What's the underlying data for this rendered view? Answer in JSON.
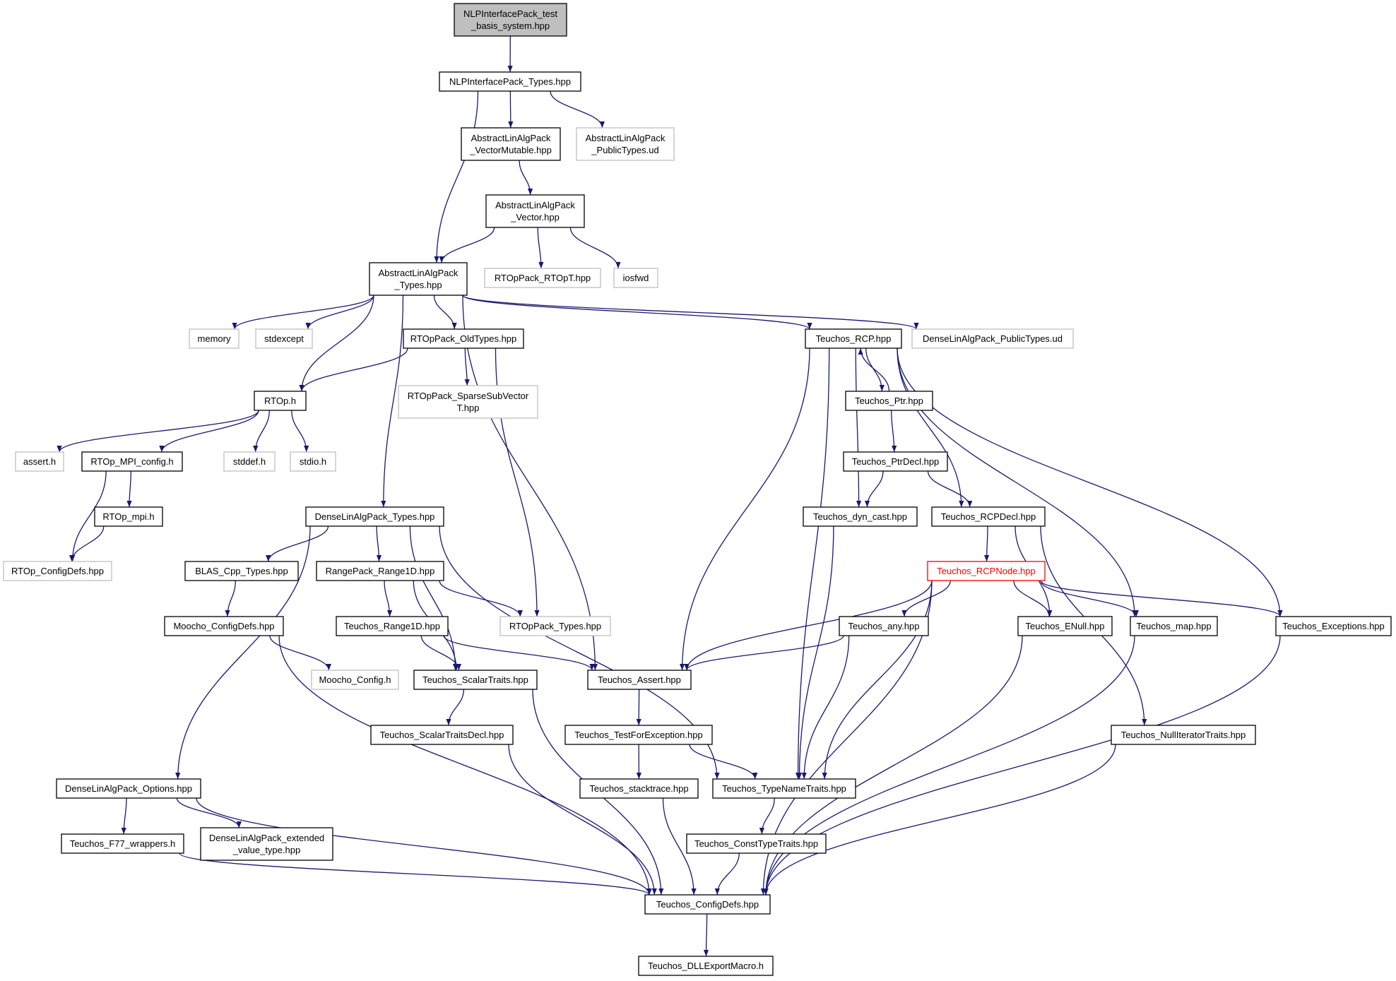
{
  "colors": {
    "edge": "#191970",
    "node_border": "#000000",
    "external_border": "#bfbfbf",
    "root_fill": "#bfbfbf",
    "highlight_border": "#ff0000",
    "highlight_text": "#ff0000",
    "text": "#000000",
    "background": "#ffffff"
  },
  "nodes": [
    {
      "id": "root",
      "lines": [
        "NLPInterfacePack_test",
        "_basis_system.hpp"
      ],
      "kind": "root"
    },
    {
      "id": "nlp_types",
      "lines": [
        "NLPInterfacePack_Types.hpp"
      ],
      "kind": "normal"
    },
    {
      "id": "alap_vecmut",
      "lines": [
        "AbstractLinAlgPack",
        "_VectorMutable.hpp"
      ],
      "kind": "normal"
    },
    {
      "id": "alap_pubtypes_ud",
      "lines": [
        "AbstractLinAlgPack",
        "_PublicTypes.ud"
      ],
      "kind": "external"
    },
    {
      "id": "alap_vector",
      "lines": [
        "AbstractLinAlgPack",
        "_Vector.hpp"
      ],
      "kind": "normal"
    },
    {
      "id": "alap_types",
      "lines": [
        "AbstractLinAlgPack",
        "_Types.hpp"
      ],
      "kind": "normal"
    },
    {
      "id": "rtoppack_rtopt",
      "lines": [
        "RTOpPack_RTOpT.hpp"
      ],
      "kind": "external"
    },
    {
      "id": "iosfwd",
      "lines": [
        "iosfwd"
      ],
      "kind": "external"
    },
    {
      "id": "memory",
      "lines": [
        "memory"
      ],
      "kind": "external"
    },
    {
      "id": "stdexcept",
      "lines": [
        "stdexcept"
      ],
      "kind": "external"
    },
    {
      "id": "rtoppack_oldtypes",
      "lines": [
        "RTOpPack_OldTypes.hpp"
      ],
      "kind": "normal"
    },
    {
      "id": "teuchos_rcp",
      "lines": [
        "Teuchos_RCP.hpp"
      ],
      "kind": "normal"
    },
    {
      "id": "dlap_pubtypes_ud",
      "lines": [
        "DenseLinAlgPack_PublicTypes.ud"
      ],
      "kind": "external"
    },
    {
      "id": "rtop_h",
      "lines": [
        "RTOp.h"
      ],
      "kind": "normal"
    },
    {
      "id": "rtoppack_sparse",
      "lines": [
        "RTOpPack_SparseSubVector",
        "T.hpp"
      ],
      "kind": "external"
    },
    {
      "id": "teuchos_ptr",
      "lines": [
        "Teuchos_Ptr.hpp"
      ],
      "kind": "normal"
    },
    {
      "id": "assert_h",
      "lines": [
        "assert.h"
      ],
      "kind": "external"
    },
    {
      "id": "rtop_mpi_config",
      "lines": [
        "RTOp_MPI_config.h"
      ],
      "kind": "normal"
    },
    {
      "id": "stddef_h",
      "lines": [
        "stddef.h"
      ],
      "kind": "external"
    },
    {
      "id": "stdio_h",
      "lines": [
        "stdio.h"
      ],
      "kind": "external"
    },
    {
      "id": "teuchos_ptrdecl",
      "lines": [
        "Teuchos_PtrDecl.hpp"
      ],
      "kind": "normal"
    },
    {
      "id": "rtop_mpi_h",
      "lines": [
        "RTOp_mpi.h"
      ],
      "kind": "normal"
    },
    {
      "id": "dlap_types",
      "lines": [
        "DenseLinAlgPack_Types.hpp"
      ],
      "kind": "normal"
    },
    {
      "id": "teuchos_dyncast",
      "lines": [
        "Teuchos_dyn_cast.hpp"
      ],
      "kind": "normal"
    },
    {
      "id": "teuchos_rcpdecl",
      "lines": [
        "Teuchos_RCPDecl.hpp"
      ],
      "kind": "normal"
    },
    {
      "id": "rtop_configdefs",
      "lines": [
        "RTOp_ConfigDefs.hpp"
      ],
      "kind": "external"
    },
    {
      "id": "blas_cpp_types",
      "lines": [
        "BLAS_Cpp_Types.hpp"
      ],
      "kind": "normal"
    },
    {
      "id": "rangepack_range1d",
      "lines": [
        "RangePack_Range1D.hpp"
      ],
      "kind": "normal"
    },
    {
      "id": "teuchos_rcpnode",
      "lines": [
        "Teuchos_RCPNode.hpp"
      ],
      "kind": "highlight"
    },
    {
      "id": "moocho_configdefs",
      "lines": [
        "Moocho_ConfigDefs.hpp"
      ],
      "kind": "normal"
    },
    {
      "id": "teuchos_range1d",
      "lines": [
        "Teuchos_Range1D.hpp"
      ],
      "kind": "normal"
    },
    {
      "id": "rtoppack_types",
      "lines": [
        "RTOpPack_Types.hpp"
      ],
      "kind": "external"
    },
    {
      "id": "teuchos_any",
      "lines": [
        "Teuchos_any.hpp"
      ],
      "kind": "normal"
    },
    {
      "id": "teuchos_enull",
      "lines": [
        "Teuchos_ENull.hpp"
      ],
      "kind": "normal"
    },
    {
      "id": "teuchos_map",
      "lines": [
        "Teuchos_map.hpp"
      ],
      "kind": "normal"
    },
    {
      "id": "teuchos_exceptions",
      "lines": [
        "Teuchos_Exceptions.hpp"
      ],
      "kind": "normal"
    },
    {
      "id": "moocho_config",
      "lines": [
        "Moocho_Config.h"
      ],
      "kind": "external"
    },
    {
      "id": "teuchos_scalartraits",
      "lines": [
        "Teuchos_ScalarTraits.hpp"
      ],
      "kind": "normal"
    },
    {
      "id": "teuchos_assert",
      "lines": [
        "Teuchos_Assert.hpp"
      ],
      "kind": "normal"
    },
    {
      "id": "teuchos_scalartraitsdecl",
      "lines": [
        "Teuchos_ScalarTraitsDecl.hpp"
      ],
      "kind": "normal"
    },
    {
      "id": "teuchos_testforexception",
      "lines": [
        "Teuchos_TestForException.hpp"
      ],
      "kind": "normal"
    },
    {
      "id": "teuchos_nulliteratortraits",
      "lines": [
        "Teuchos_NullIteratorTraits.hpp"
      ],
      "kind": "normal"
    },
    {
      "id": "dlap_options",
      "lines": [
        "DenseLinAlgPack_Options.hpp"
      ],
      "kind": "normal"
    },
    {
      "id": "teuchos_stacktrace",
      "lines": [
        "Teuchos_stacktrace.hpp"
      ],
      "kind": "normal"
    },
    {
      "id": "teuchos_typenametraits",
      "lines": [
        "Teuchos_TypeNameTraits.hpp"
      ],
      "kind": "normal"
    },
    {
      "id": "teuchos_f77_wrappers",
      "lines": [
        "Teuchos_F77_wrappers.h"
      ],
      "kind": "normal"
    },
    {
      "id": "dlap_extended",
      "lines": [
        "DenseLinAlgPack_extended",
        "_value_type.hpp"
      ],
      "kind": "normal"
    },
    {
      "id": "teuchos_consttypetraits",
      "lines": [
        "Teuchos_ConstTypeTraits.hpp"
      ],
      "kind": "normal"
    },
    {
      "id": "teuchos_configdefs",
      "lines": [
        "Teuchos_ConfigDefs.hpp"
      ],
      "kind": "normal"
    },
    {
      "id": "teuchos_dllexportmacro",
      "lines": [
        "Teuchos_DLLExportMacro.h"
      ],
      "kind": "normal"
    }
  ],
  "edges": [
    [
      "root",
      "nlp_types"
    ],
    [
      "nlp_types",
      "alap_types"
    ],
    [
      "nlp_types",
      "alap_vecmut"
    ],
    [
      "nlp_types",
      "alap_pubtypes_ud"
    ],
    [
      "alap_vecmut",
      "alap_vector"
    ],
    [
      "alap_vector",
      "alap_types"
    ],
    [
      "alap_vector",
      "rtoppack_rtopt"
    ],
    [
      "alap_vector",
      "iosfwd"
    ],
    [
      "alap_types",
      "memory"
    ],
    [
      "alap_types",
      "stdexcept"
    ],
    [
      "alap_types",
      "rtop_h"
    ],
    [
      "alap_types",
      "dlap_types"
    ],
    [
      "alap_types",
      "rtoppack_oldtypes"
    ],
    [
      "alap_types",
      "teuchos_assert"
    ],
    [
      "alap_types",
      "teuchos_rcp"
    ],
    [
      "alap_types",
      "dlap_pubtypes_ud"
    ],
    [
      "rtoppack_oldtypes",
      "rtop_h"
    ],
    [
      "rtoppack_oldtypes",
      "rtoppack_sparse"
    ],
    [
      "rtoppack_oldtypes",
      "rtoppack_types"
    ],
    [
      "rtop_h",
      "assert_h"
    ],
    [
      "rtop_h",
      "rtop_mpi_config"
    ],
    [
      "rtop_h",
      "stddef_h"
    ],
    [
      "rtop_h",
      "stdio_h"
    ],
    [
      "rtop_mpi_config",
      "rtop_mpi_h"
    ],
    [
      "rtop_mpi_config",
      "rtop_configdefs"
    ],
    [
      "rtop_mpi_h",
      "rtop_configdefs"
    ],
    [
      "teuchos_rcp",
      "teuchos_ptr"
    ],
    [
      "teuchos_ptr",
      "teuchos_rcp"
    ],
    [
      "teuchos_rcp",
      "teuchos_assert"
    ],
    [
      "teuchos_rcp",
      "teuchos_typenametraits"
    ],
    [
      "teuchos_rcp",
      "teuchos_dyncast"
    ],
    [
      "teuchos_rcp",
      "teuchos_rcpdecl"
    ],
    [
      "teuchos_rcp",
      "teuchos_map"
    ],
    [
      "teuchos_rcp",
      "teuchos_exceptions"
    ],
    [
      "teuchos_ptr",
      "teuchos_ptrdecl"
    ],
    [
      "teuchos_ptrdecl",
      "teuchos_dyncast"
    ],
    [
      "teuchos_ptrdecl",
      "teuchos_rcpdecl"
    ],
    [
      "teuchos_dyncast",
      "teuchos_typenametraits"
    ],
    [
      "teuchos_rcpdecl",
      "teuchos_rcpnode"
    ],
    [
      "teuchos_rcpdecl",
      "teuchos_enull"
    ],
    [
      "teuchos_rcpdecl",
      "teuchos_nulliteratortraits"
    ],
    [
      "teuchos_rcpnode",
      "teuchos_assert"
    ],
    [
      "teuchos_rcpnode",
      "teuchos_any"
    ],
    [
      "teuchos_rcpnode",
      "teuchos_typenametraits"
    ],
    [
      "teuchos_rcpnode",
      "teuchos_configdefs"
    ],
    [
      "teuchos_rcpnode",
      "teuchos_enull"
    ],
    [
      "teuchos_rcpnode",
      "teuchos_map"
    ],
    [
      "teuchos_rcpnode",
      "teuchos_exceptions"
    ],
    [
      "teuchos_any",
      "teuchos_assert"
    ],
    [
      "teuchos_any",
      "teuchos_typenametraits"
    ],
    [
      "teuchos_enull",
      "teuchos_configdefs"
    ],
    [
      "teuchos_map",
      "teuchos_configdefs"
    ],
    [
      "teuchos_exceptions",
      "teuchos_configdefs"
    ],
    [
      "teuchos_nulliteratortraits",
      "teuchos_configdefs"
    ],
    [
      "dlap_types",
      "dlap_options"
    ],
    [
      "dlap_types",
      "blas_cpp_types"
    ],
    [
      "dlap_types",
      "rangepack_range1d"
    ],
    [
      "dlap_types",
      "teuchos_scalartraits"
    ],
    [
      "dlap_types",
      "teuchos_typenametraits"
    ],
    [
      "blas_cpp_types",
      "moocho_configdefs"
    ],
    [
      "moocho_configdefs",
      "moocho_config"
    ],
    [
      "moocho_configdefs",
      "teuchos_configdefs"
    ],
    [
      "rangepack_range1d",
      "teuchos_range1d"
    ],
    [
      "rangepack_range1d",
      "rtoppack_types"
    ],
    [
      "rangepack_range1d",
      "teuchos_scalartraits"
    ],
    [
      "teuchos_range1d",
      "teuchos_scalartraits"
    ],
    [
      "teuchos_range1d",
      "teuchos_assert"
    ],
    [
      "teuchos_scalartraits",
      "teuchos_scalartraitsdecl"
    ],
    [
      "teuchos_scalartraits",
      "teuchos_configdefs"
    ],
    [
      "teuchos_scalartraitsdecl",
      "teuchos_configdefs"
    ],
    [
      "teuchos_assert",
      "teuchos_testforexception"
    ],
    [
      "teuchos_testforexception",
      "teuchos_stacktrace"
    ],
    [
      "teuchos_testforexception",
      "teuchos_typenametraits"
    ],
    [
      "teuchos_stacktrace",
      "teuchos_configdefs"
    ],
    [
      "teuchos_typenametraits",
      "teuchos_consttypetraits"
    ],
    [
      "teuchos_consttypetraits",
      "teuchos_configdefs"
    ],
    [
      "dlap_options",
      "teuchos_f77_wrappers"
    ],
    [
      "dlap_options",
      "dlap_extended"
    ],
    [
      "dlap_options",
      "teuchos_configdefs"
    ],
    [
      "teuchos_f77_wrappers",
      "teuchos_configdefs"
    ],
    [
      "teuchos_configdefs",
      "teuchos_dllexportmacro"
    ]
  ]
}
